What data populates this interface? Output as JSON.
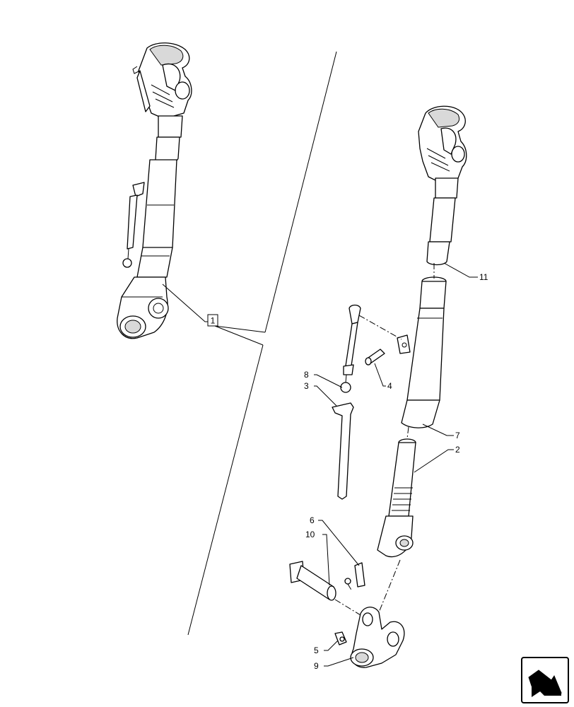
{
  "callouts": {
    "c1": "1",
    "c2": "2",
    "c3": "3",
    "c4": "4",
    "c5": "5",
    "c6": "6",
    "c7": "7",
    "c8": "8",
    "c9": "9",
    "c10": "10",
    "c11": "11"
  },
  "nav_icon": "next-page-arrow-icon"
}
